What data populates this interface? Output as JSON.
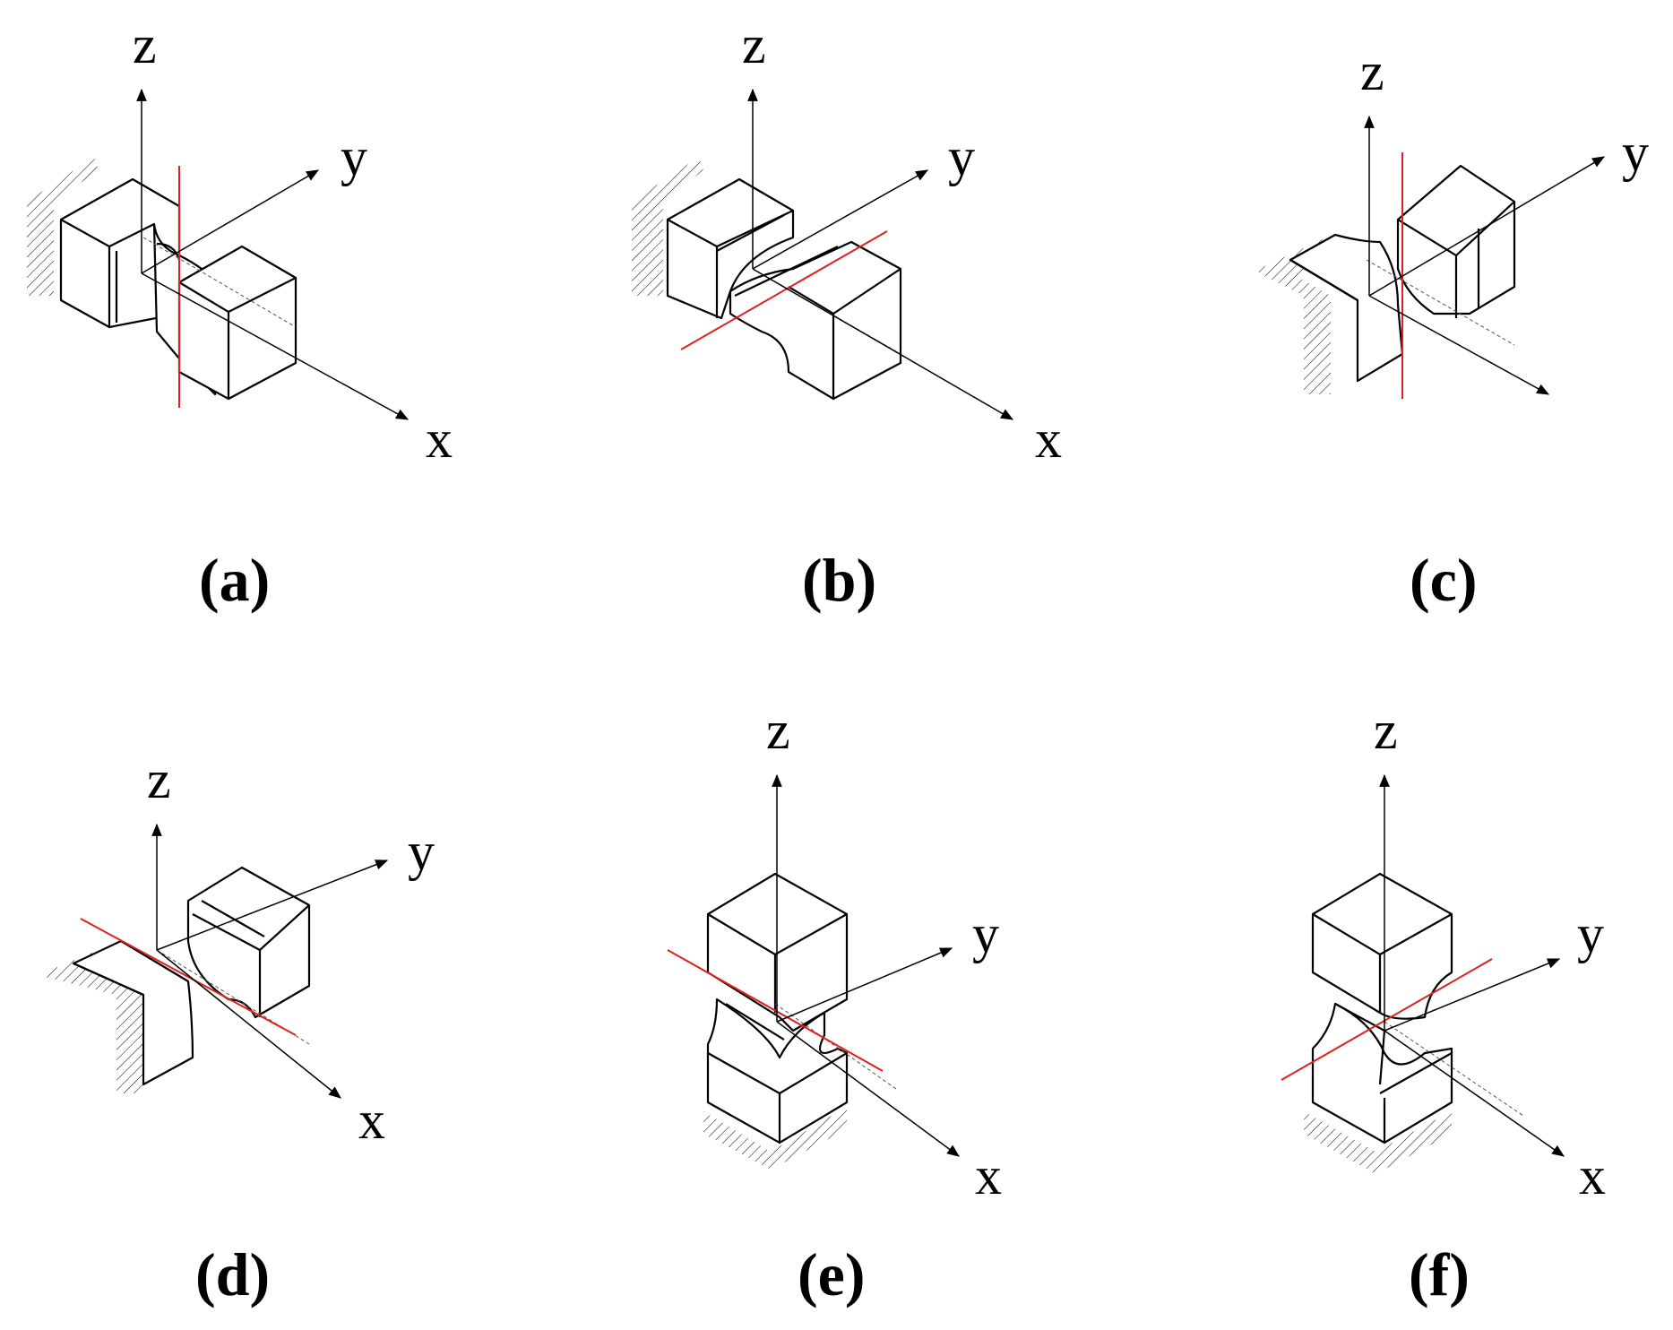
{
  "panels": [
    {
      "id": "a",
      "label": "(a)",
      "axes": {
        "x": "x",
        "y": "y",
        "z": "z"
      }
    },
    {
      "id": "b",
      "label": "(b)",
      "axes": {
        "x": "x",
        "y": "y",
        "z": "z"
      }
    },
    {
      "id": "c",
      "label": "(c)",
      "axes": {
        "x": "",
        "y": "y",
        "z": "z"
      }
    },
    {
      "id": "d",
      "label": "(d)",
      "axes": {
        "x": "x",
        "y": "y",
        "z": "z"
      }
    },
    {
      "id": "e",
      "label": "(e)",
      "axes": {
        "x": "x",
        "y": "y",
        "z": "z"
      }
    },
    {
      "id": "f",
      "label": "(f)",
      "axes": {
        "x": "x",
        "y": "y",
        "z": "z"
      }
    }
  ],
  "colors": {
    "line": "#000000",
    "axis_of_rotation": "#e02020",
    "background": "#ffffff"
  }
}
